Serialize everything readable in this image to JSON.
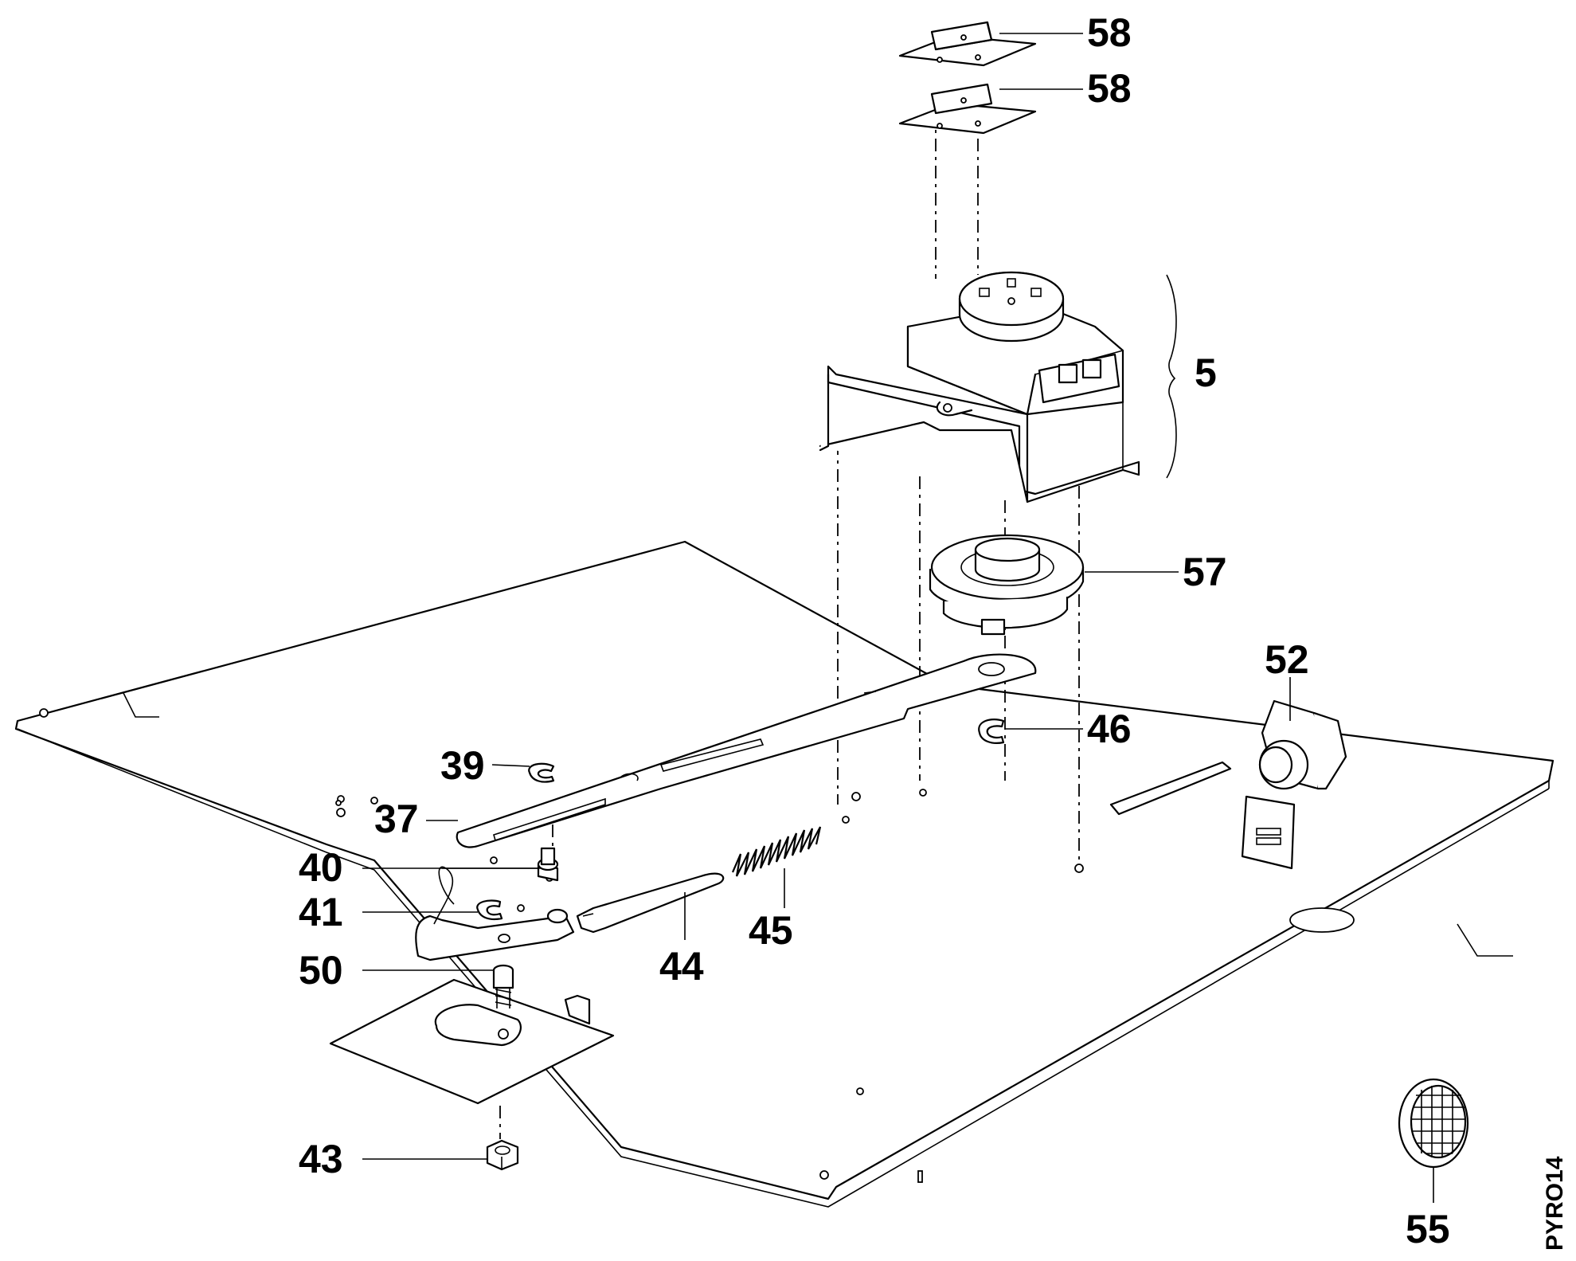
{
  "labels": {
    "p58a": "58",
    "p58b": "58",
    "p5": "5",
    "p57": "57",
    "p52": "52",
    "p46": "46",
    "p39": "39",
    "p37": "37",
    "p40": "40",
    "p41": "41",
    "p45": "45",
    "p44": "44",
    "p50": "50",
    "p43": "43",
    "p55": "55"
  },
  "drawing_ref": "PYRO14"
}
